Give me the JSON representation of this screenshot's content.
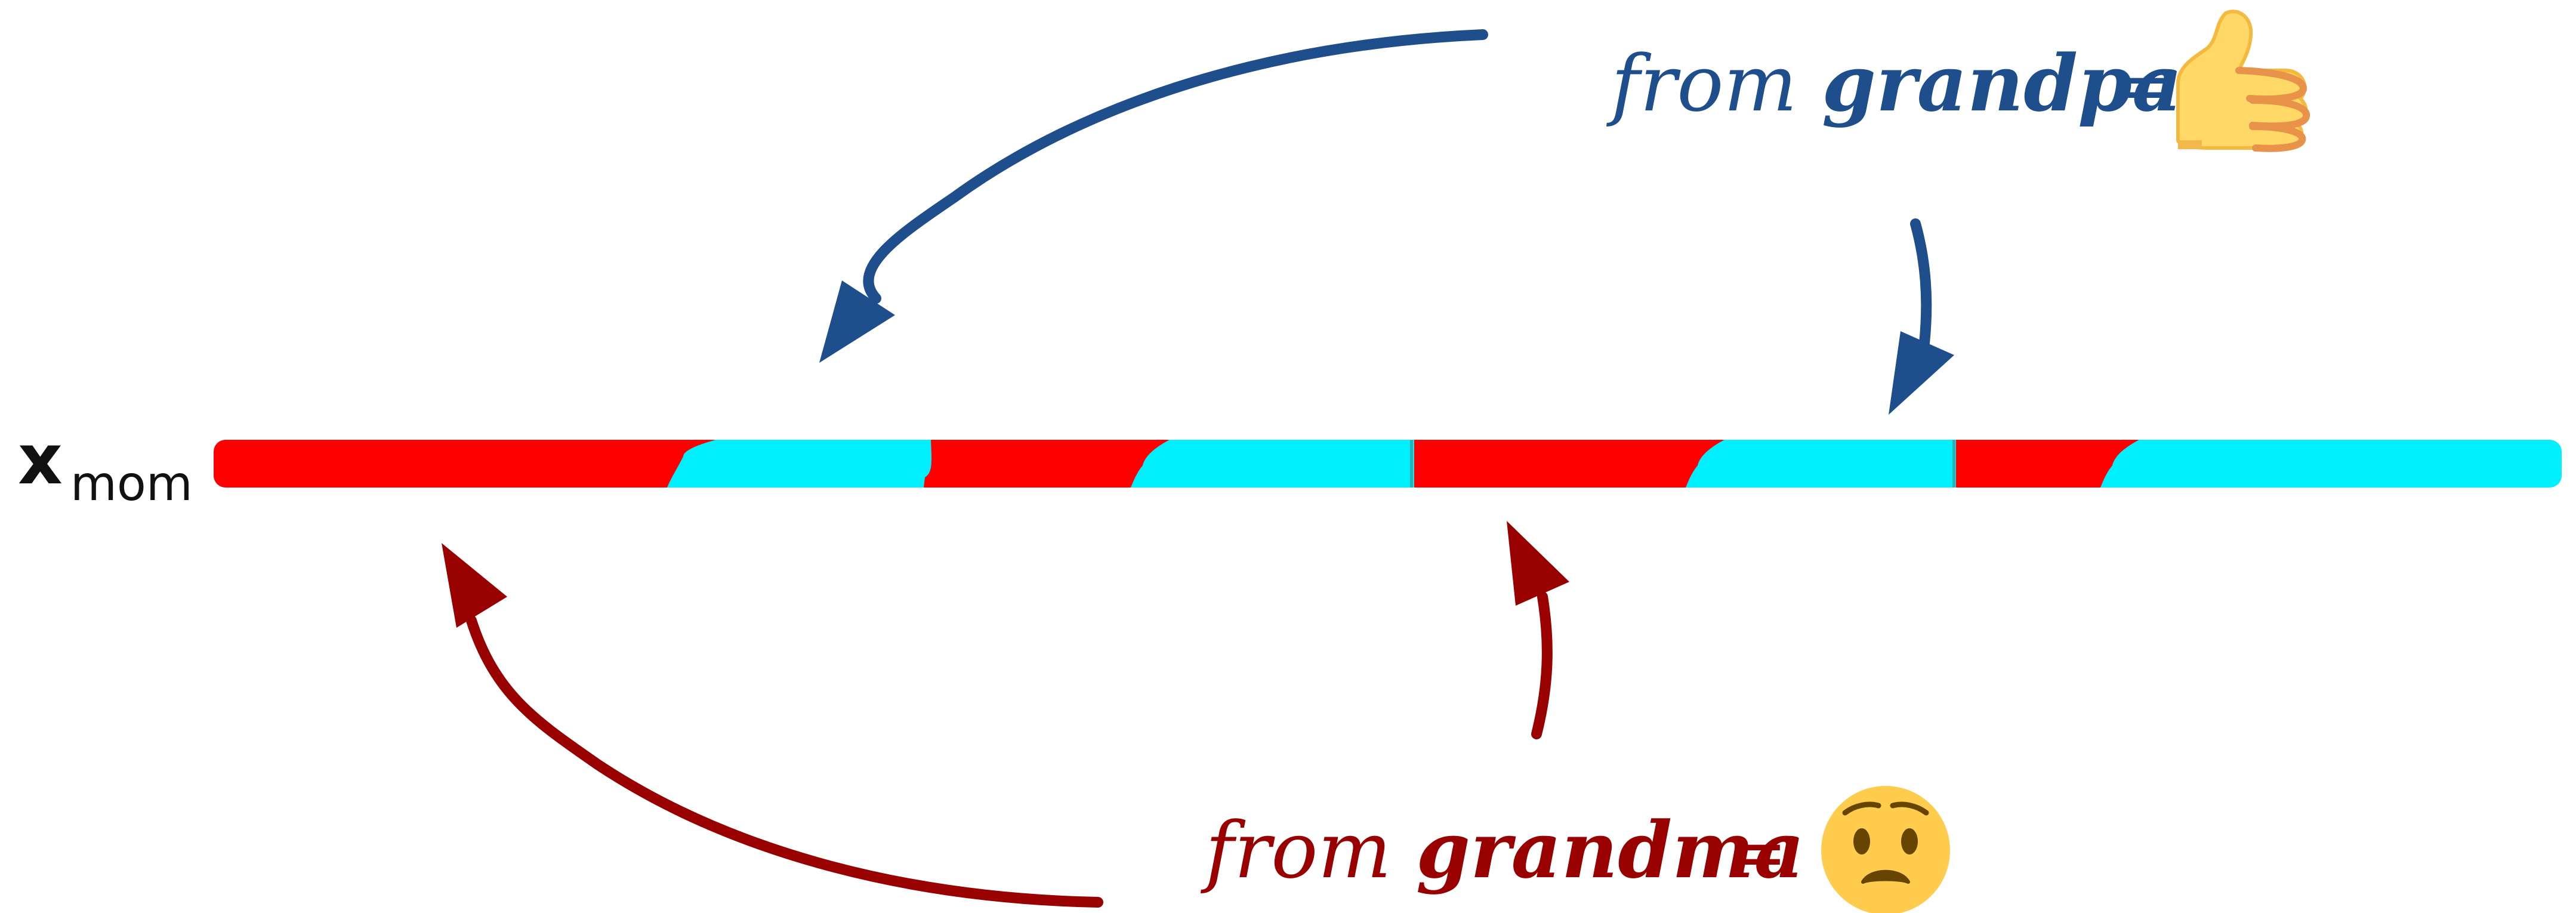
{
  "variable": {
    "symbol": "x",
    "subscript": "mom"
  },
  "grandpa_label": {
    "prefix": "from ",
    "name": "grandpa",
    "equals": "=",
    "emoji": "thumbs-up",
    "color": "#1f4e8c"
  },
  "grandma_label": {
    "prefix": "from ",
    "name": "grandma",
    "equals": "=",
    "emoji": "worried-face",
    "color": "#990000"
  },
  "colors": {
    "grandma_segment": "#ff0000",
    "grandpa_segment": "#00f0ff",
    "arrow_grandpa": "#1f4e8c",
    "arrow_grandma": "#990000"
  }
}
